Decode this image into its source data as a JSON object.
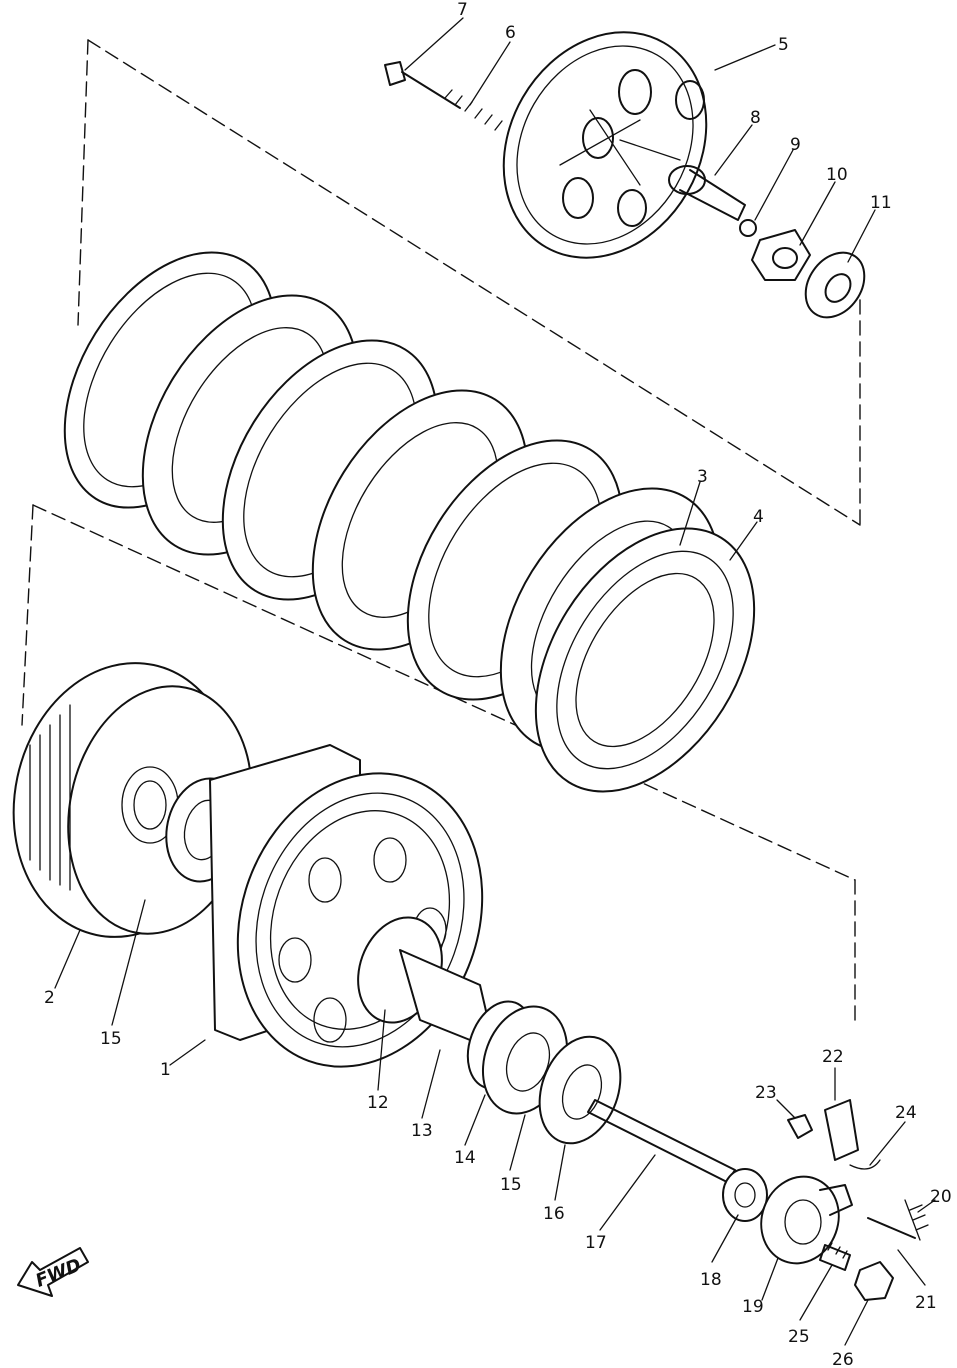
{
  "diagram": {
    "fwd_label": "FWD",
    "callouts": [
      {
        "id": "1",
        "label": "1"
      },
      {
        "id": "2",
        "label": "2"
      },
      {
        "id": "3",
        "label": "3"
      },
      {
        "id": "4",
        "label": "4"
      },
      {
        "id": "5",
        "label": "5"
      },
      {
        "id": "6",
        "label": "6"
      },
      {
        "id": "7",
        "label": "7"
      },
      {
        "id": "8",
        "label": "8"
      },
      {
        "id": "9",
        "label": "9"
      },
      {
        "id": "10",
        "label": "10"
      },
      {
        "id": "11",
        "label": "11"
      },
      {
        "id": "12",
        "label": "12"
      },
      {
        "id": "13",
        "label": "13"
      },
      {
        "id": "14",
        "label": "14"
      },
      {
        "id": "15a",
        "label": "15"
      },
      {
        "id": "15b",
        "label": "15"
      },
      {
        "id": "16",
        "label": "16"
      },
      {
        "id": "17",
        "label": "17"
      },
      {
        "id": "18",
        "label": "18"
      },
      {
        "id": "19",
        "label": "19"
      },
      {
        "id": "20",
        "label": "20"
      },
      {
        "id": "21",
        "label": "21"
      },
      {
        "id": "22",
        "label": "22"
      },
      {
        "id": "23",
        "label": "23"
      },
      {
        "id": "24",
        "label": "24"
      },
      {
        "id": "25",
        "label": "25"
      },
      {
        "id": "26",
        "label": "26"
      }
    ]
  }
}
